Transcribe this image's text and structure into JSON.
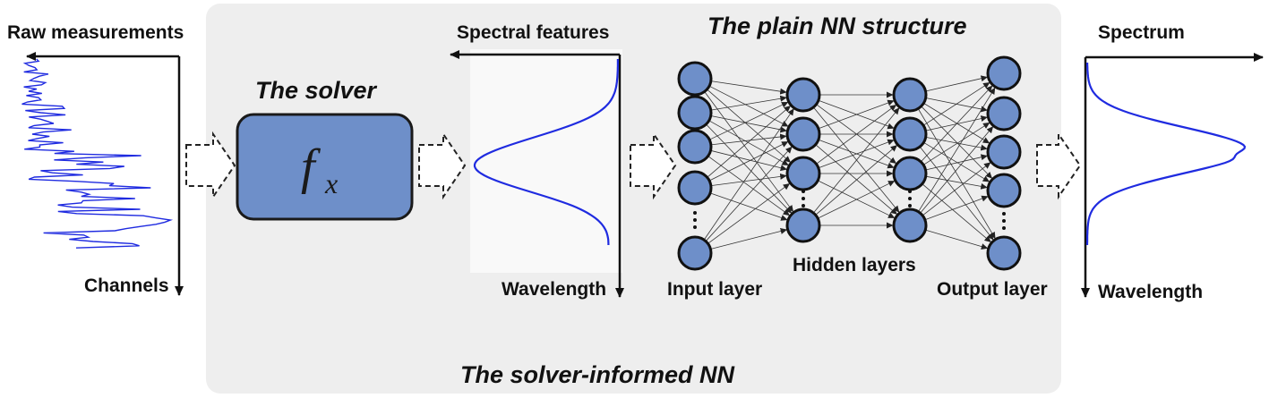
{
  "raw_panel": {
    "title": "Raw measurements",
    "axis_label": "Channels"
  },
  "solver": {
    "title": "The solver",
    "symbol_main": "f",
    "symbol_sub": "x"
  },
  "features_panel": {
    "title": "Spectral features",
    "axis_label": "Wavelength"
  },
  "nn": {
    "title": "The plain NN structure",
    "input_label": "Input layer",
    "hidden_label": "Hidden layers",
    "output_label": "Output layer"
  },
  "spectrum_panel": {
    "title": "Spectrum",
    "axis_label": "Wavelength"
  },
  "bottom_title": "The solver-informed NN",
  "colors": {
    "node_fill": "#6e8fc9",
    "solver_fill": "#6e8fc9",
    "curve": "#1f2be0",
    "background_panel": "#eeeeee"
  }
}
